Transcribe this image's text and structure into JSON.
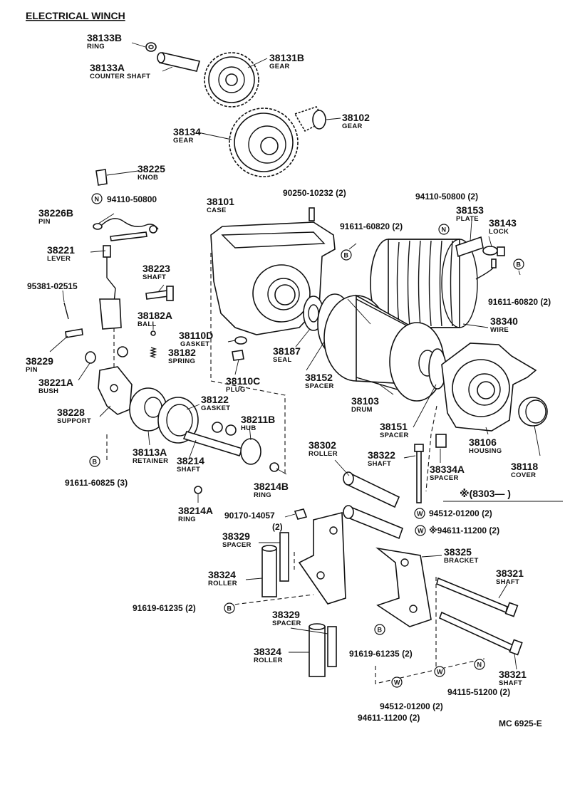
{
  "title": "ELECTRICAL WINCH",
  "footer_code": "MC 6925-E",
  "note": "※(8303—      )",
  "parts": [
    {
      "id": "p38133B",
      "num": "38133B",
      "name": "RING"
    },
    {
      "id": "p38133A",
      "num": "38133A",
      "name": "COUNTER SHAFT"
    },
    {
      "id": "p38131B",
      "num": "38131B",
      "name": "GEAR"
    },
    {
      "id": "p38102",
      "num": "38102",
      "name": "GEAR"
    },
    {
      "id": "p38134",
      "num": "38134",
      "name": "GEAR"
    },
    {
      "id": "p38225",
      "num": "38225",
      "name": "KNOB"
    },
    {
      "id": "p94110a",
      "num": "94110-50800",
      "name": ""
    },
    {
      "id": "p38101",
      "num": "38101",
      "name": "CASE"
    },
    {
      "id": "p90250",
      "num": "90250-10232 (2)",
      "name": ""
    },
    {
      "id": "p94110b",
      "num": "94110-50800 (2)",
      "name": ""
    },
    {
      "id": "p38226B",
      "num": "38226B",
      "name": "PIN"
    },
    {
      "id": "p38153",
      "num": "38153",
      "name": "PLATE"
    },
    {
      "id": "p38143",
      "num": "38143",
      "name": "LOCK"
    },
    {
      "id": "p91611a",
      "num": "91611-60820 (2)",
      "name": ""
    },
    {
      "id": "p38221",
      "num": "38221",
      "name": "LEVER"
    },
    {
      "id": "p38223",
      "num": "38223",
      "name": "SHAFT"
    },
    {
      "id": "p95381",
      "num": "95381-02515",
      "name": ""
    },
    {
      "id": "p91611b",
      "num": "91611-60820 (2)",
      "name": ""
    },
    {
      "id": "p38182A",
      "num": "38182A",
      "name": "BALL"
    },
    {
      "id": "p38340",
      "num": "38340",
      "name": "WIRE"
    },
    {
      "id": "p38110D",
      "num": "38110D",
      "name": "GASKET"
    },
    {
      "id": "p38182",
      "num": "38182",
      "name": "SPRING"
    },
    {
      "id": "p38187",
      "num": "38187",
      "name": "SEAL"
    },
    {
      "id": "p38229",
      "num": "38229",
      "name": "PIN"
    },
    {
      "id": "p38221A",
      "num": "38221A",
      "name": "BUSH"
    },
    {
      "id": "p38110C",
      "num": "38110C",
      "name": "PLUG"
    },
    {
      "id": "p38152",
      "num": "38152",
      "name": "SPACER"
    },
    {
      "id": "p38103",
      "num": "38103",
      "name": "DRUM"
    },
    {
      "id": "p38122",
      "num": "38122",
      "name": "GASKET"
    },
    {
      "id": "p38228",
      "num": "38228",
      "name": "SUPPORT"
    },
    {
      "id": "p38211B",
      "num": "38211B",
      "name": "HUB"
    },
    {
      "id": "p38151",
      "num": "38151",
      "name": "SPACER"
    },
    {
      "id": "p38302",
      "num": "38302",
      "name": "ROLLER"
    },
    {
      "id": "p38322",
      "num": "38322",
      "name": "SHAFT"
    },
    {
      "id": "p38106",
      "num": "38106",
      "name": "HOUSING"
    },
    {
      "id": "p38113A",
      "num": "38113A",
      "name": "RETAINER"
    },
    {
      "id": "p38214",
      "num": "38214",
      "name": "SHAFT"
    },
    {
      "id": "p38334A",
      "num": "38334A",
      "name": "SPACER"
    },
    {
      "id": "p38118",
      "num": "38118",
      "name": "COVER"
    },
    {
      "id": "p91611c",
      "num": "91611-60825 (3)",
      "name": ""
    },
    {
      "id": "p38214B",
      "num": "38214B",
      "name": "RING"
    },
    {
      "id": "p38214A",
      "num": "38214A",
      "name": "RING"
    },
    {
      "id": "p90170",
      "num": "90170-14057",
      "name": "(2)"
    },
    {
      "id": "p94512a",
      "num": "94512-01200 (2)",
      "name": ""
    },
    {
      "id": "p94611a",
      "num": "※94611-11200 (2)",
      "name": ""
    },
    {
      "id": "p38329a",
      "num": "38329",
      "name": "SPACER"
    },
    {
      "id": "p38325",
      "num": "38325",
      "name": "BRACKET"
    },
    {
      "id": "p38324a",
      "num": "38324",
      "name": "ROLLER"
    },
    {
      "id": "p38321a",
      "num": "38321",
      "name": "SHAFT"
    },
    {
      "id": "p91619a",
      "num": "91619-61235 (2)",
      "name": ""
    },
    {
      "id": "p38329b",
      "num": "38329",
      "name": "SPACER"
    },
    {
      "id": "p91619b",
      "num": "91619-61235 (2)",
      "name": ""
    },
    {
      "id": "p38324b",
      "num": "38324",
      "name": "ROLLER"
    },
    {
      "id": "p38321b",
      "num": "38321",
      "name": "SHAFT"
    },
    {
      "id": "p94512b",
      "num": "94512-01200 (2)",
      "name": ""
    },
    {
      "id": "p94115",
      "num": "94115-51200 (2)",
      "name": ""
    },
    {
      "id": "p94611b",
      "num": "94611-11200 (2)",
      "name": ""
    }
  ],
  "symbols": {
    "n": "N",
    "b": "B",
    "w": "W"
  }
}
